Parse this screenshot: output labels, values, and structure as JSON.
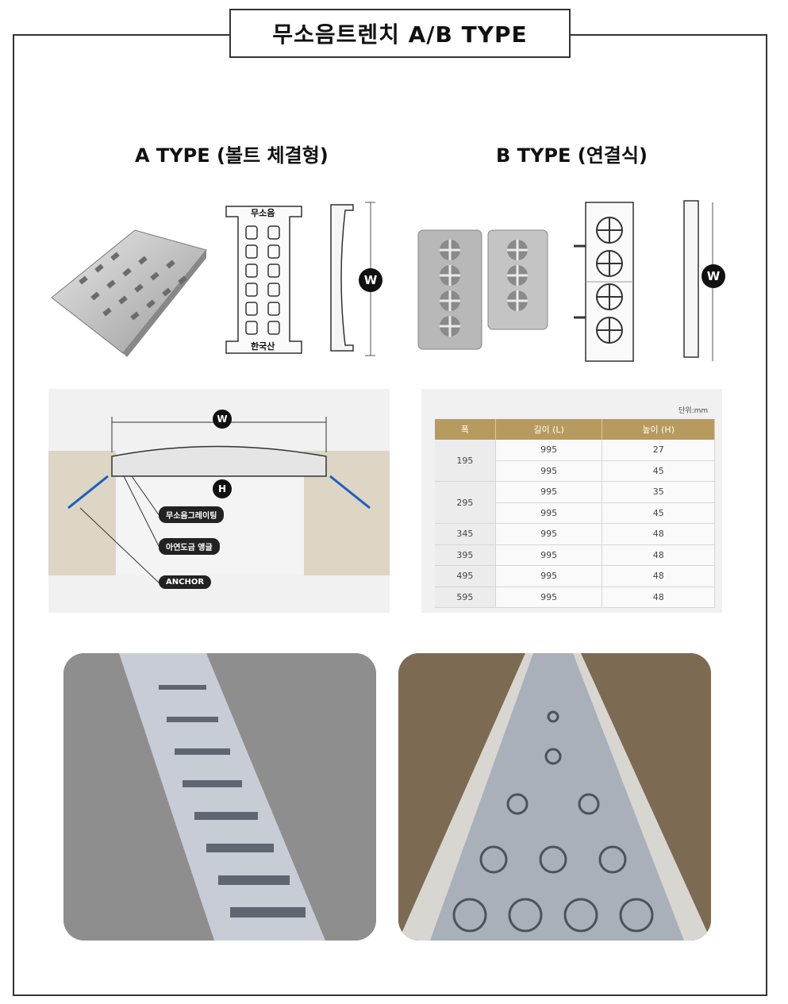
{
  "title": "무소음트렌치 A/B TYPE",
  "type_a": {
    "label": "A TYPE (볼트 체결형)",
    "top_view_label_top": "무소음",
    "top_view_label_bottom": "한국산",
    "dimension_label": "W"
  },
  "type_b": {
    "label": "B TYPE (연결식)",
    "dimension_label": "W"
  },
  "section_diagram": {
    "width_label": "W",
    "height_label": "H",
    "callouts": [
      "무소음그레이팅",
      "아연도금 앵글",
      "ANCHOR"
    ]
  },
  "spec_table": {
    "unit": "단위:mm",
    "headers": [
      "폭",
      "길이 (L)",
      "높이 (H)"
    ],
    "rows": [
      {
        "width": "195",
        "lengths": [
          "995",
          "995"
        ],
        "heights": [
          "27",
          "45"
        ]
      },
      {
        "width": "295",
        "lengths": [
          "995",
          "995"
        ],
        "heights": [
          "35",
          "45"
        ]
      },
      {
        "width": "345",
        "lengths": [
          "995"
        ],
        "heights": [
          "48"
        ]
      },
      {
        "width": "395",
        "lengths": [
          "995"
        ],
        "heights": [
          "48"
        ]
      },
      {
        "width": "495",
        "lengths": [
          "995"
        ],
        "heights": [
          "48"
        ]
      },
      {
        "width": "595",
        "lengths": [
          "995"
        ],
        "heights": [
          "48"
        ]
      }
    ]
  },
  "colors": {
    "table_header": "#b79a5e",
    "anchor_line": "#1a5fc4",
    "ground": "#ddd6c4"
  }
}
